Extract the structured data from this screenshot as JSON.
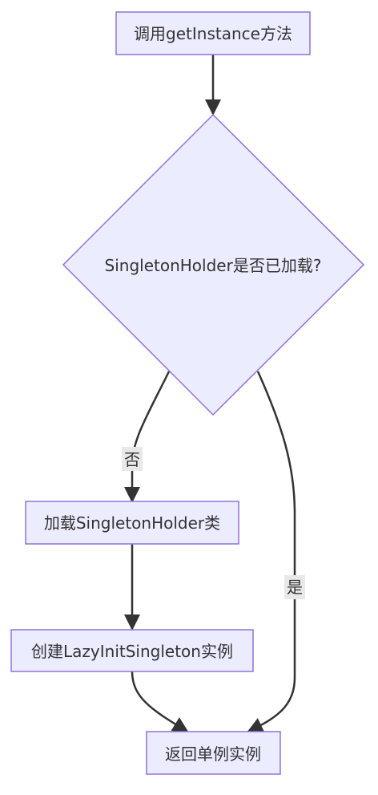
{
  "diagram": {
    "type": "flowchart",
    "colors": {
      "node_fill": "#ECECFF",
      "node_stroke": "#9370DB",
      "edge": "#333333",
      "text": "#333333",
      "label_bg": "#E8E8E8"
    },
    "nodes": {
      "start": {
        "label": "调用getInstance方法"
      },
      "decision": {
        "label": "SingletonHolder是否已加载?"
      },
      "load": {
        "label": "加载SingletonHolder类"
      },
      "create": {
        "label": "创建LazyInitSingleton实例"
      },
      "return": {
        "label": "返回单例实例"
      }
    },
    "edges": {
      "start_to_decision": {
        "label": ""
      },
      "decision_no": {
        "label": "否"
      },
      "decision_yes": {
        "label": "是"
      },
      "load_to_create": {
        "label": ""
      },
      "create_to_return": {
        "label": ""
      }
    }
  }
}
